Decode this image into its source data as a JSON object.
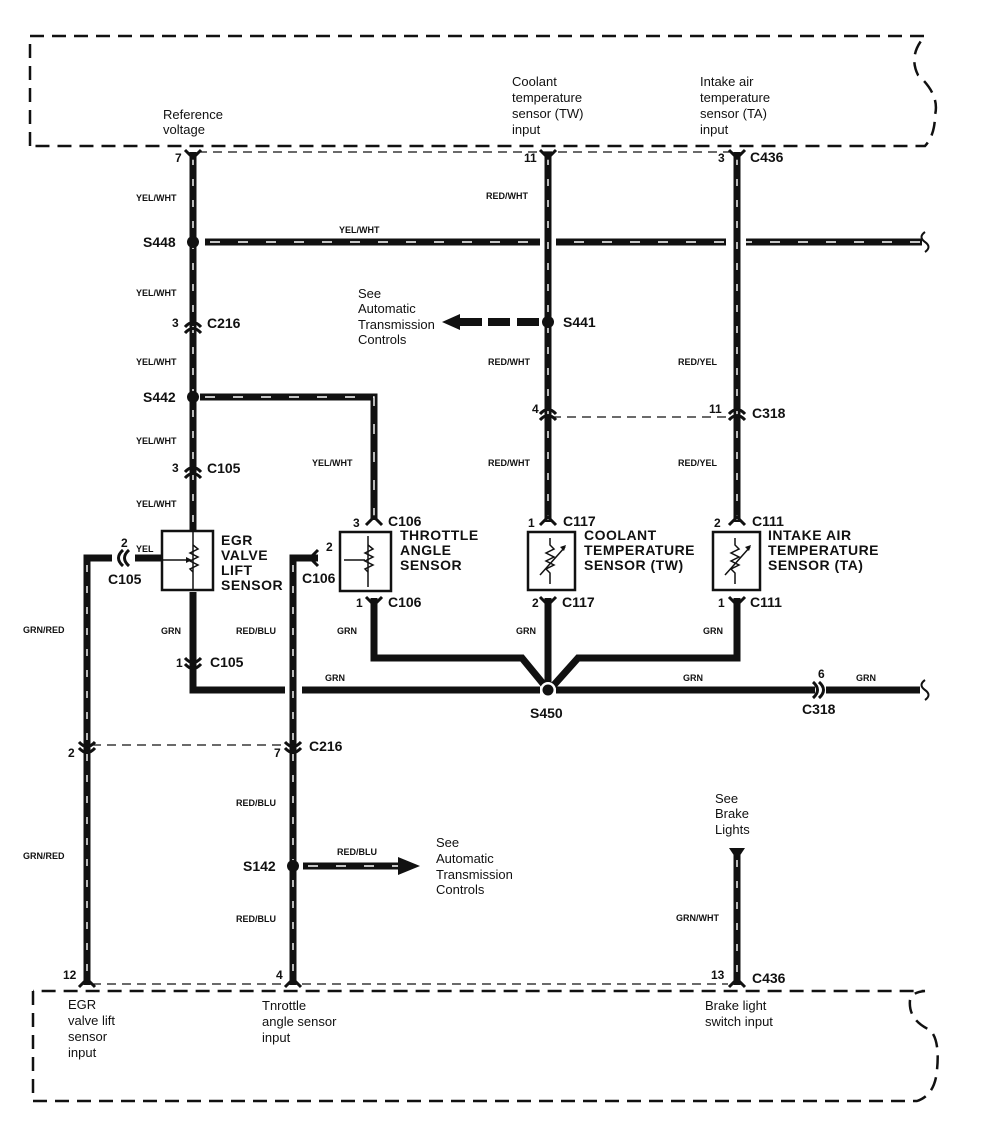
{
  "diagram": {
    "title": "Engine control wiring — sensor inputs",
    "top_module": {
      "pins": [
        {
          "pin": "7",
          "label": "Reference voltage"
        },
        {
          "pin": "11",
          "label": "Coolant temperature sensor (TW) input"
        },
        {
          "pin": "3",
          "label": "Intake air temperature sensor (TA) input",
          "connector": "C436"
        }
      ],
      "labels": {
        "ref_l1": "Reference",
        "ref_l2": "voltage",
        "tw_l1": "Coolant",
        "tw_l2": "temperature",
        "tw_l3": "sensor (TW)",
        "tw_l4": "input",
        "ta_l1": "Intake air",
        "ta_l2": "temperature",
        "ta_l3": "sensor (TA)",
        "ta_l4": "input"
      },
      "pin_7": "7",
      "pin_11": "11",
      "pin_3": "3",
      "connector": "C436"
    },
    "bottom_module": {
      "pins": [
        {
          "pin": "12",
          "label": "EGR valve lift sensor input"
        },
        {
          "pin": "4",
          "label": "Tnrottle angle sensor input"
        },
        {
          "pin": "13",
          "label": "Brake light switch input",
          "connector": "C436"
        }
      ],
      "labels": {
        "egr_l1": "EGR",
        "egr_l2": "valve lift",
        "egr_l3": "sensor",
        "egr_l4": "input",
        "tps_l1": "Tnrottle",
        "tps_l2": "angle sensor",
        "tps_l3": "input",
        "brk_l1": "Brake light",
        "brk_l2": "switch input"
      },
      "pin_12": "12",
      "pin_4": "4",
      "pin_13": "13",
      "connector": "C436"
    },
    "splices": {
      "s448": "S448",
      "s441": "S441",
      "s442": "S442",
      "s450": "S450",
      "s142": "S142"
    },
    "connectors": {
      "c216_top": {
        "pin": "3",
        "name": "C216"
      },
      "c105_top": {
        "pin": "3",
        "name": "C105"
      },
      "c106_top": {
        "pin": "3",
        "name": "C106"
      },
      "c117_top": {
        "pin": "1",
        "name": "C117"
      },
      "c111_top": {
        "pin": "2",
        "name": "C111"
      },
      "c318_a": {
        "pin": "4",
        "name": ""
      },
      "c318_b": {
        "pin": "11",
        "name": "C318"
      },
      "c105_side": {
        "pin": "2",
        "name": "C105"
      },
      "c106_side": {
        "pin": "2",
        "name": "C106"
      },
      "c106_bot": {
        "pin": "1",
        "name": "C106"
      },
      "c117_bot": {
        "pin": "2",
        "name": "C117"
      },
      "c111_bot": {
        "pin": "1",
        "name": "C111"
      },
      "c105_bot": {
        "pin": "1",
        "name": "C105"
      },
      "c318_grn": {
        "pin": "6",
        "name": "C318"
      },
      "c216_a": {
        "pin": "2",
        "name": ""
      },
      "c216_b": {
        "pin": "7",
        "name": "C216"
      }
    },
    "components": {
      "egr": [
        "EGR",
        "VALVE",
        "LIFT",
        "SENSOR"
      ],
      "tps": [
        "THROTTLE",
        "ANGLE",
        "SENSOR"
      ],
      "tw": [
        "COOLANT",
        "TEMPERATURE",
        "SENSOR (TW)"
      ],
      "ta": [
        "INTAKE AIR",
        "TEMPERATURE",
        "SENSOR (TA)"
      ]
    },
    "wire_colors": {
      "yel_wht": "YEL/WHT",
      "red_wht": "RED/WHT",
      "red_yel": "RED/YEL",
      "grn": "GRN",
      "grn_red": "GRN/RED",
      "red_blu": "RED/BLU",
      "grn_wht": "GRN/WHT",
      "yel": "YEL"
    },
    "references": {
      "atc1": [
        "See",
        "Automatic",
        "Transmission",
        "Controls"
      ],
      "atc2": [
        "See",
        "Automatic",
        "Transmission",
        "Controls"
      ],
      "brake": [
        "See",
        "Brake",
        "Lights"
      ]
    }
  }
}
